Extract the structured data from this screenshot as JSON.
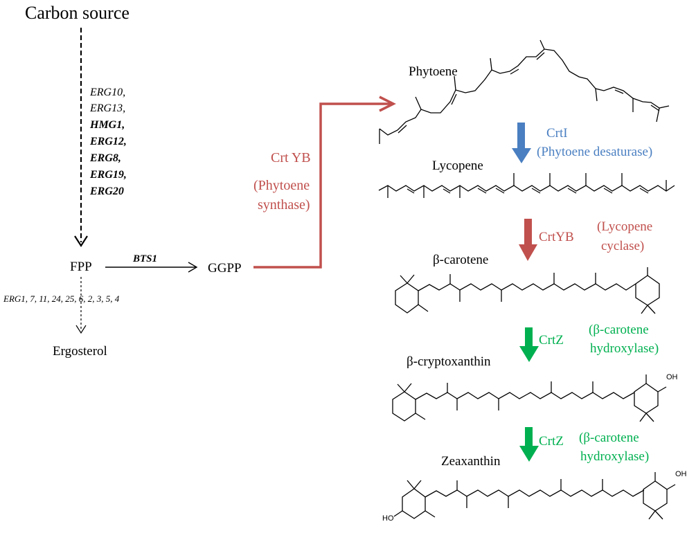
{
  "colors": {
    "red": "#c0504d",
    "blue": "#4a7fc1",
    "green": "#00b050",
    "black": "#000000"
  },
  "carbon_source": "Carbon source",
  "genes": [
    "ERG10,",
    "ERG13,",
    "HMG1,",
    "ERG12,",
    "ERG8,",
    "ERG19,",
    "ERG20"
  ],
  "fpp": "FPP",
  "bts1": "BTS1",
  "ggpp": "GGPP",
  "erg_list": "ERG1, 7, 11, 24, 25, 6, 2, 3, 5, 4",
  "ergosterol": "Ergosterol",
  "crtyb_enzyme": "Crt YB",
  "crtyb_desc_1": "(Phytoene",
  "crtyb_desc_2": "synthase)",
  "compounds": {
    "phytoene": "Phytoene",
    "lycopene": "Lycopene",
    "beta_carotene": "β-carotene",
    "beta_cryptoxanthin": "β-cryptoxanthin",
    "zeaxanthin": "Zeaxanthin"
  },
  "steps": {
    "crti": "CrtI",
    "crti_desc": "(Phytoene  desaturase)",
    "crtyb": "CrtYB",
    "crtyb_desc_1": "(Lycopene",
    "crtyb_desc_2": "cyclase)",
    "crtz_1": "CrtZ",
    "crtz_1_desc_1": "(β-carotene",
    "crtz_1_desc_2": "hydroxylase)",
    "crtz_2": "CrtZ",
    "crtz_2_desc_1": "(β-carotene",
    "crtz_2_desc_2": "hydroxylase)"
  },
  "oh_label": "OH",
  "ho_label": "HO"
}
